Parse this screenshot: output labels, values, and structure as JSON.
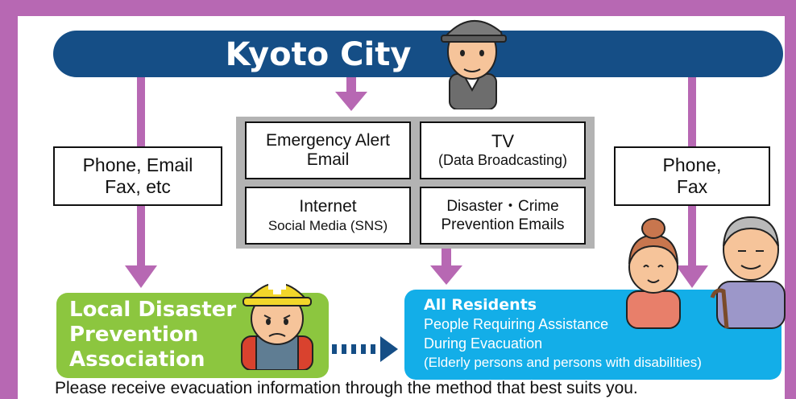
{
  "header": {
    "title": "Kyoto City"
  },
  "left_channel": {
    "line1": "Phone, Email",
    "line2": "Fax, etc"
  },
  "right_channel": {
    "line1": "Phone,",
    "line2": "Fax"
  },
  "center_channels": [
    {
      "line1": "Emergency Alert",
      "line2": "Email"
    },
    {
      "line1": "TV",
      "line2": "(Data Broadcasting)"
    },
    {
      "line1": "Internet",
      "line2": "Social Media (SNS)"
    },
    {
      "line1": "Disaster・Crime",
      "line2": "Prevention Emails"
    }
  ],
  "local_association": {
    "line1": "Local Disaster",
    "line2": "Prevention",
    "line3": "Association"
  },
  "residents": {
    "title": "All Residents",
    "line1": "People Requiring Assistance",
    "line2": "During Evacuation",
    "line3": "(Elderly persons and persons with disabilities)"
  },
  "footer": {
    "text": "Please receive evacuation information through the method that best suits you."
  },
  "colors": {
    "purple": "#b768b3",
    "navy": "#154e86",
    "green": "#8cc63f",
    "cyan": "#13aee8",
    "gray": "#b3b3b3"
  }
}
